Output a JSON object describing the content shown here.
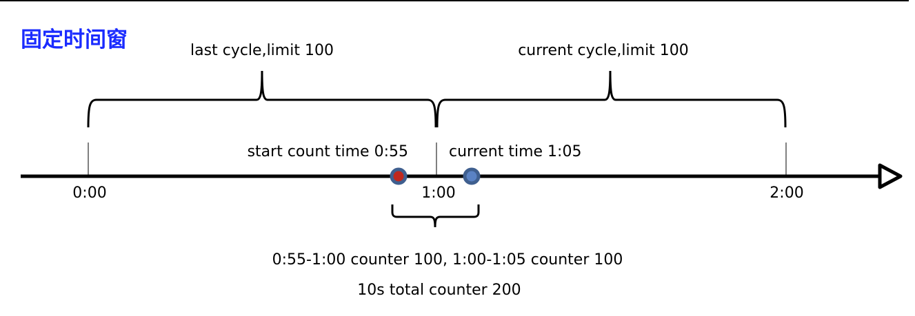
{
  "title": "固定时间窗",
  "colors": {
    "title": "#1a2bff",
    "start_dot": "#c0281e",
    "current_dot": "#5a82c4",
    "dot_ring": "#3f5f8f"
  },
  "windows": [
    {
      "label": "last cycle,limit 100"
    },
    {
      "label": "current cycle,limit 100"
    }
  ],
  "timeline": {
    "ticks": [
      "0:00",
      "1:00",
      "2:00"
    ],
    "start_marker": "start count time 0:55",
    "current_marker": "current time 1:05"
  },
  "summary": {
    "line1": "0:55-1:00 counter 100, 1:00-1:05 counter 100",
    "line2": "10s total counter 200"
  }
}
